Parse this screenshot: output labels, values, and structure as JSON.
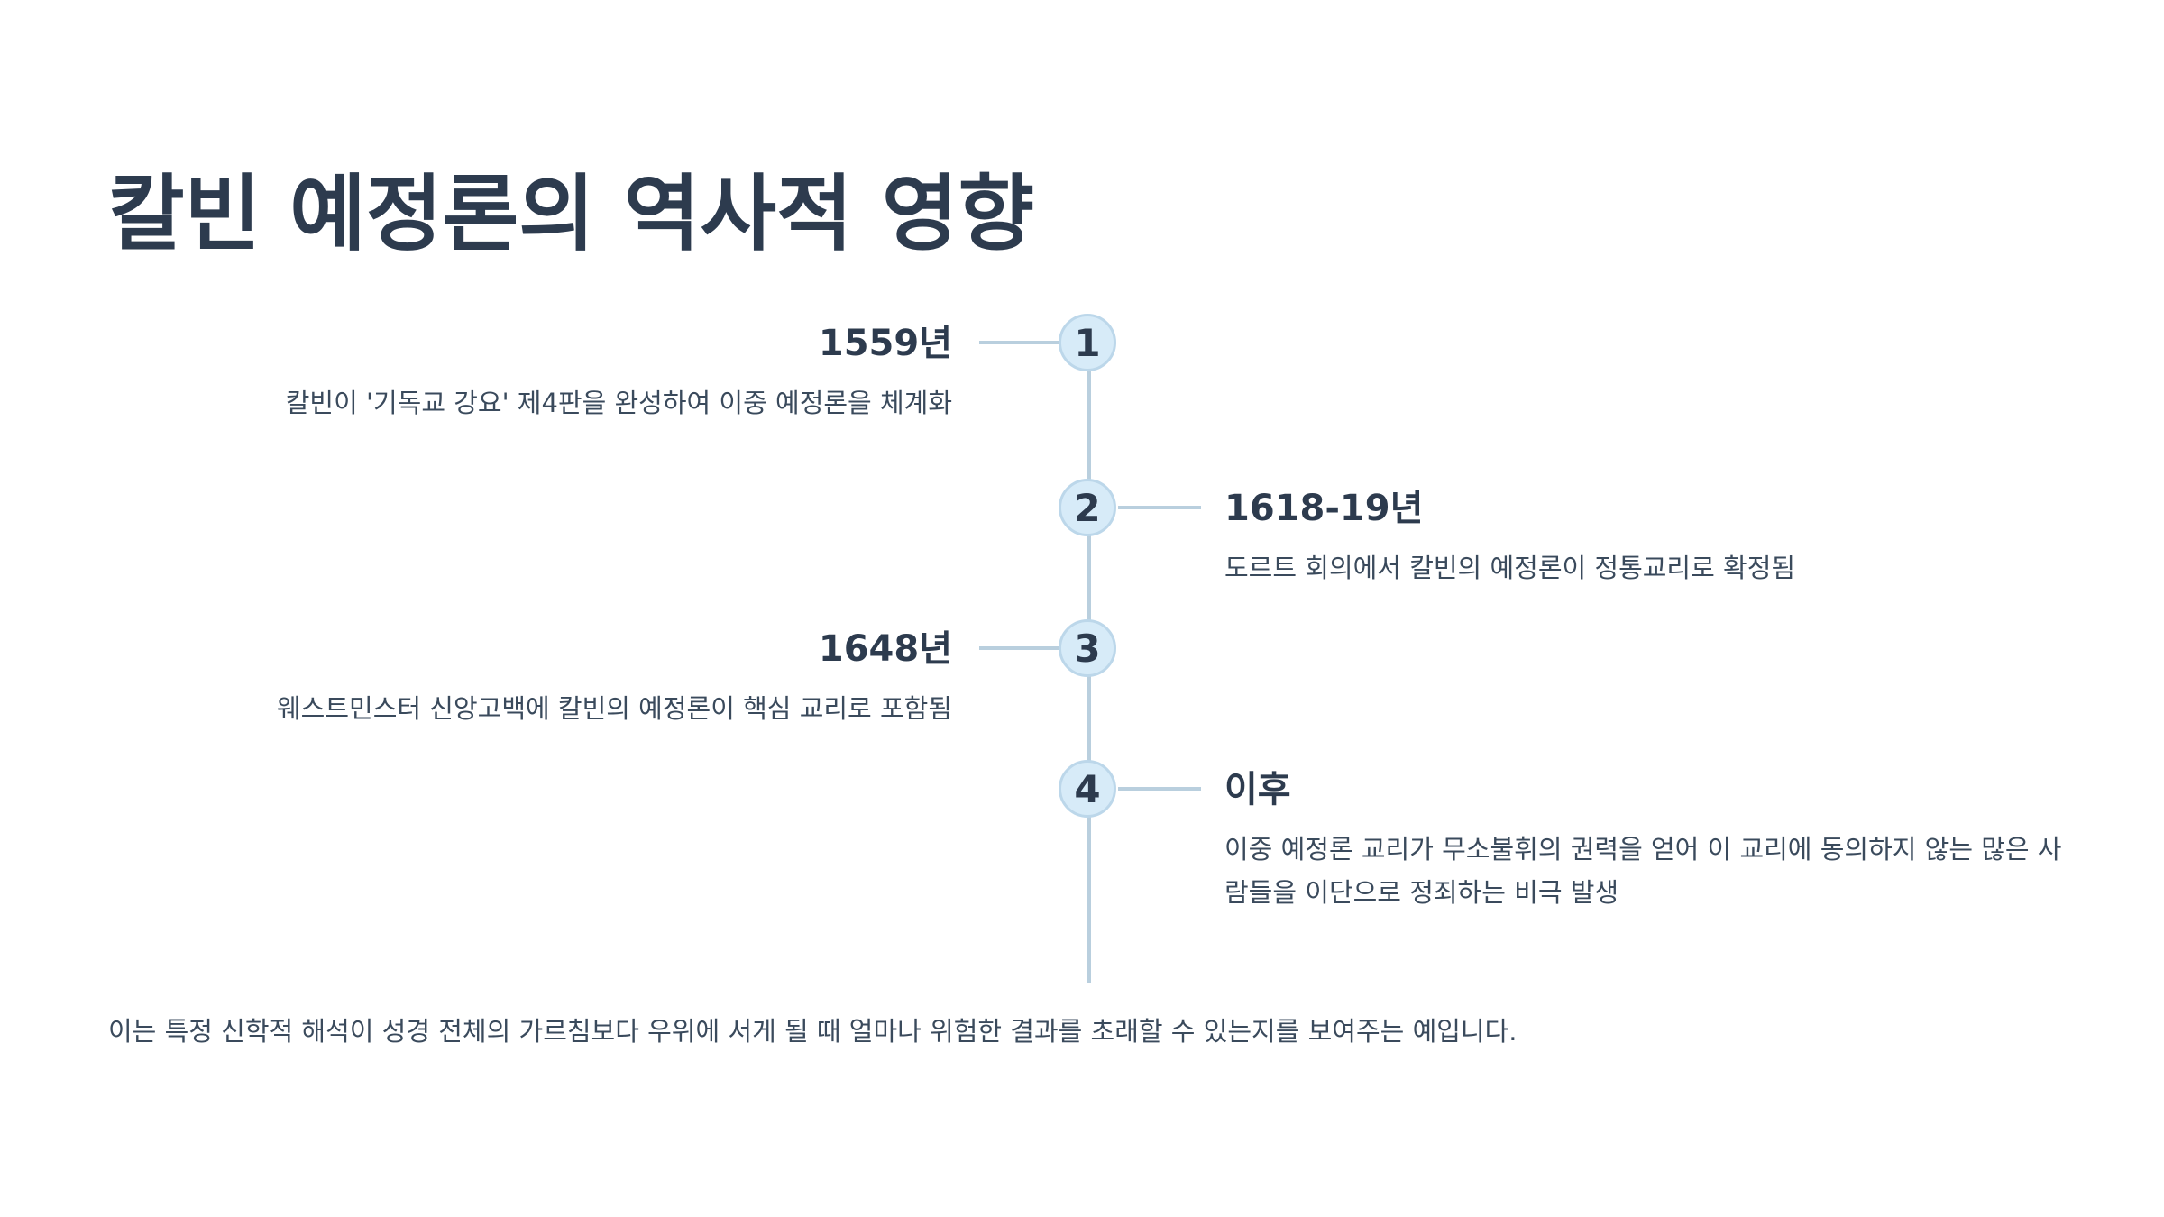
{
  "slide": {
    "title": "칼빈 예정론의 역사적 영향",
    "footer_note": "이는 특정 신학적 해석이 성경 전체의 가르침보다 우위에 서게 될 때 얼마나 위험한 결과를 초래할 수 있는지를 보여주는 예입니다."
  },
  "timeline": {
    "events": [
      {
        "number": "1",
        "date": "1559년",
        "description": "칼빈이 '기독교 강요' 제4판을 완성하여 이중 예정론을 체계화"
      },
      {
        "number": "2",
        "date": "1618-19년",
        "description": "도르트 회의에서 칼빈의 예정론이 정통교리로 확정됨"
      },
      {
        "number": "3",
        "date": "1648년",
        "description": "웨스트민스터 신앙고백에 칼빈의 예정론이 핵심 교리로 포함됨"
      },
      {
        "number": "4",
        "date": "이후",
        "description": "이중 예정론 교리가 무소불휘의 권력을 얻어 이 교리에 동의하지 않는 많은 사람들을 이단으로 정죄하는 비극 발생"
      }
    ]
  },
  "colors": {
    "heading": "#2d3b4e",
    "body_text": "#3a4a5c",
    "line": "#b9cfde",
    "marker_fill": "#d7ebf8",
    "marker_border": "#bcd7ea"
  }
}
